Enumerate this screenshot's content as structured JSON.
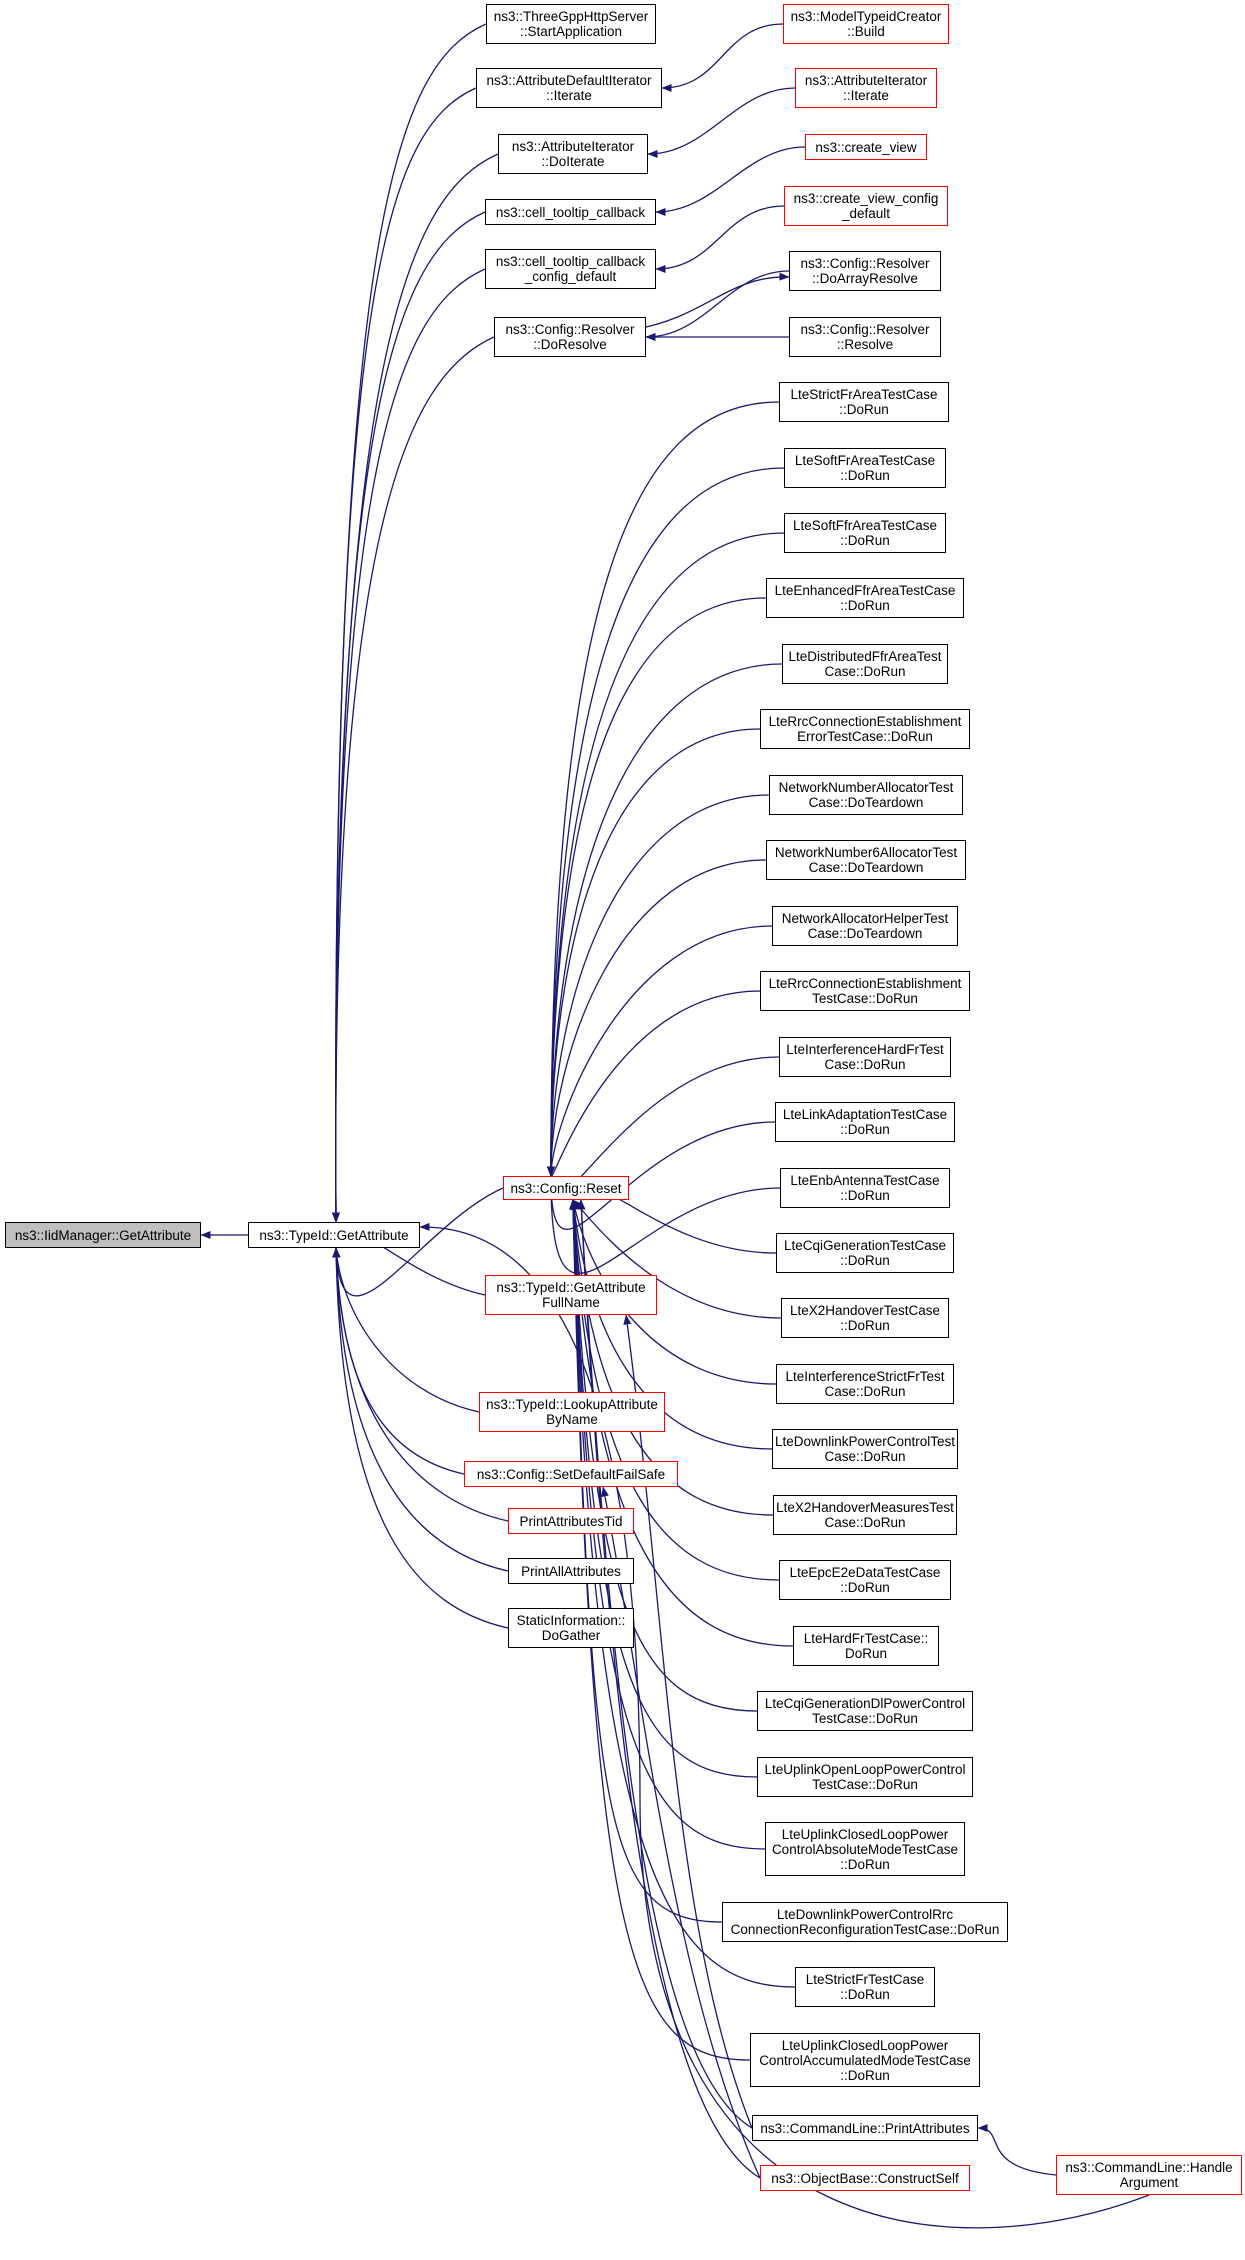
{
  "diagram": {
    "edge_color": "#191970",
    "node_border": "#000000",
    "truncated_border": "#ff0000",
    "root_fill": "#bfbfbf",
    "nodes": [
      {
        "id": "root",
        "lines": [
          "ns3::IidManager::GetAttribute"
        ]
      },
      {
        "id": "typeid_getattr",
        "lines": [
          "ns3::TypeId::GetAttribute"
        ]
      },
      {
        "id": "threegpp",
        "lines": [
          "ns3::ThreeGppHttpServer",
          "::StartApplication"
        ]
      },
      {
        "id": "attrdefiter",
        "lines": [
          "ns3::AttributeDefaultIterator",
          "::Iterate"
        ]
      },
      {
        "id": "attriter_doit",
        "lines": [
          "ns3::AttributeIterator",
          "::DoIterate"
        ]
      },
      {
        "id": "cell_tooltip",
        "lines": [
          "ns3::cell_tooltip_callback"
        ]
      },
      {
        "id": "cell_tooltip_cfg",
        "lines": [
          "ns3::cell_tooltip_callback",
          "_config_default"
        ]
      },
      {
        "id": "cfg_doresolve",
        "lines": [
          "ns3::Config::Resolver",
          "::DoResolve"
        ]
      },
      {
        "id": "cfg_reset",
        "lines": [
          "ns3::Config::Reset"
        ]
      },
      {
        "id": "getattr_fullname",
        "lines": [
          "ns3::TypeId::GetAttribute",
          "FullName"
        ]
      },
      {
        "id": "lookup_attr",
        "lines": [
          "ns3::TypeId::LookupAttribute",
          "ByName"
        ]
      },
      {
        "id": "setdefault_failsafe",
        "lines": [
          "ns3::Config::SetDefaultFailSafe"
        ]
      },
      {
        "id": "print_attr_tid",
        "lines": [
          "PrintAttributesTid"
        ]
      },
      {
        "id": "print_all_attr",
        "lines": [
          "PrintAllAttributes"
        ]
      },
      {
        "id": "static_info",
        "lines": [
          "StaticInformation::",
          "DoGather"
        ]
      },
      {
        "id": "model_typeid",
        "lines": [
          "ns3::ModelTypeidCreator",
          "::Build"
        ]
      },
      {
        "id": "attriter_iter",
        "lines": [
          "ns3::AttributeIterator",
          "::Iterate"
        ]
      },
      {
        "id": "create_view",
        "lines": [
          "ns3::create_view"
        ]
      },
      {
        "id": "create_view_cfg",
        "lines": [
          "ns3::create_view_config",
          "_default"
        ]
      },
      {
        "id": "cfg_doarray",
        "lines": [
          "ns3::Config::Resolver",
          "::DoArrayResolve"
        ]
      },
      {
        "id": "cfg_resolve",
        "lines": [
          "ns3::Config::Resolver",
          "::Resolve"
        ]
      },
      {
        "id": "t01",
        "lines": [
          "LteStrictFrAreaTestCase",
          "::DoRun"
        ]
      },
      {
        "id": "t02",
        "lines": [
          "LteSoftFrAreaTestCase",
          "::DoRun"
        ]
      },
      {
        "id": "t03",
        "lines": [
          "LteSoftFfrAreaTestCase",
          "::DoRun"
        ]
      },
      {
        "id": "t04",
        "lines": [
          "LteEnhancedFfrAreaTestCase",
          "::DoRun"
        ]
      },
      {
        "id": "t05",
        "lines": [
          "LteDistributedFfrAreaTest",
          "Case::DoRun"
        ]
      },
      {
        "id": "t06",
        "lines": [
          "LteRrcConnectionEstablishment",
          "ErrorTestCase::DoRun"
        ]
      },
      {
        "id": "t07",
        "lines": [
          "NetworkNumberAllocatorTest",
          "Case::DoTeardown"
        ]
      },
      {
        "id": "t08",
        "lines": [
          "NetworkNumber6AllocatorTest",
          "Case::DoTeardown"
        ]
      },
      {
        "id": "t09",
        "lines": [
          "NetworkAllocatorHelperTest",
          "Case::DoTeardown"
        ]
      },
      {
        "id": "t10",
        "lines": [
          "LteRrcConnectionEstablishment",
          "TestCase::DoRun"
        ]
      },
      {
        "id": "t11",
        "lines": [
          "LteInterferenceHardFrTest",
          "Case::DoRun"
        ]
      },
      {
        "id": "t12",
        "lines": [
          "LteLinkAdaptationTestCase",
          "::DoRun"
        ]
      },
      {
        "id": "t13",
        "lines": [
          "LteEnbAntennaTestCase",
          "::DoRun"
        ]
      },
      {
        "id": "t14",
        "lines": [
          "LteCqiGenerationTestCase",
          "::DoRun"
        ]
      },
      {
        "id": "t15",
        "lines": [
          "LteX2HandoverTestCase",
          "::DoRun"
        ]
      },
      {
        "id": "t16",
        "lines": [
          "LteInterferenceStrictFrTest",
          "Case::DoRun"
        ]
      },
      {
        "id": "t17",
        "lines": [
          "LteDownlinkPowerControlTest",
          "Case::DoRun"
        ]
      },
      {
        "id": "t18",
        "lines": [
          "LteX2HandoverMeasuresTest",
          "Case::DoRun"
        ]
      },
      {
        "id": "t19",
        "lines": [
          "LteEpcE2eDataTestCase",
          "::DoRun"
        ]
      },
      {
        "id": "t20",
        "lines": [
          "LteHardFrTestCase::",
          "DoRun"
        ]
      },
      {
        "id": "t21",
        "lines": [
          "LteCqiGenerationDlPowerControl",
          "TestCase::DoRun"
        ]
      },
      {
        "id": "t22",
        "lines": [
          "LteUplinkOpenLoopPowerControl",
          "TestCase::DoRun"
        ]
      },
      {
        "id": "t23",
        "lines": [
          "LteUplinkClosedLoopPower",
          "ControlAbsoluteModeTestCase",
          "::DoRun"
        ]
      },
      {
        "id": "t24",
        "lines": [
          "LteDownlinkPowerControlRrc",
          "ConnectionReconfigurationTestCase::DoRun"
        ]
      },
      {
        "id": "t25",
        "lines": [
          "LteStrictFrTestCase",
          "::DoRun"
        ]
      },
      {
        "id": "t26",
        "lines": [
          "LteUplinkClosedLoopPower",
          "ControlAccumulatedModeTestCase",
          "::DoRun"
        ]
      },
      {
        "id": "cmd_print",
        "lines": [
          "ns3::CommandLine::PrintAttributes"
        ]
      },
      {
        "id": "objbase_construct",
        "lines": [
          "ns3::ObjectBase::ConstructSelf"
        ]
      },
      {
        "id": "cmd_handle",
        "lines": [
          "ns3::CommandLine::Handle",
          "Argument"
        ]
      }
    ]
  }
}
